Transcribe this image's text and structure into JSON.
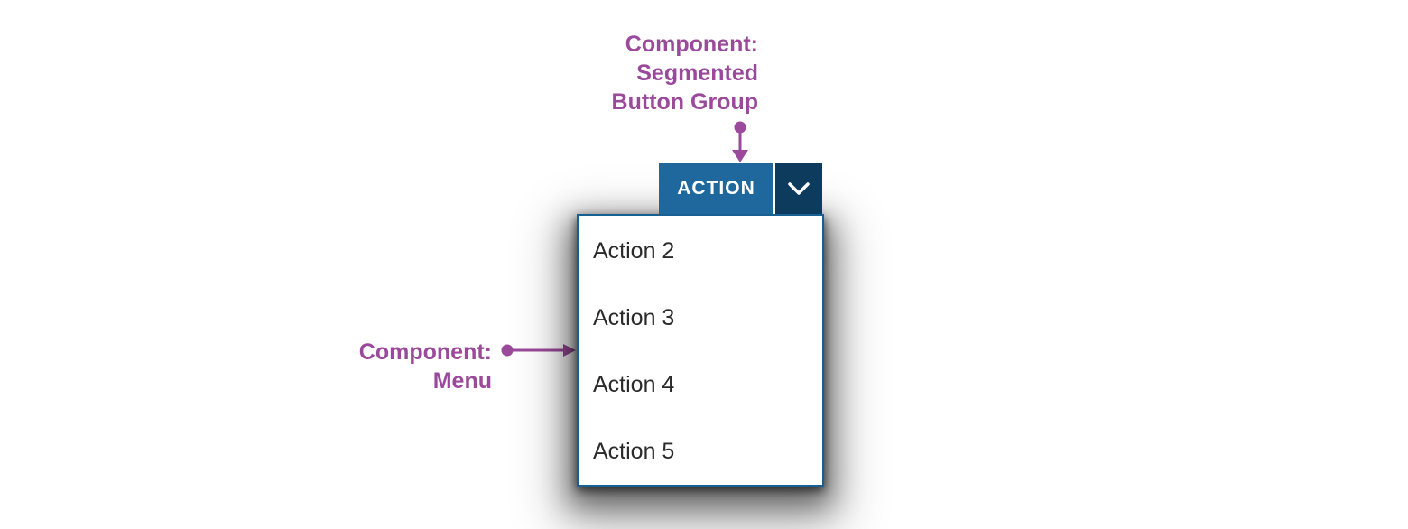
{
  "annotations": {
    "accent_color": "#9b4a9b",
    "top": {
      "line1": "Component:",
      "line2": "Segmented",
      "line3": "Button Group"
    },
    "left": {
      "line1": "Component:",
      "line2": "Menu"
    }
  },
  "segmented_button_group": {
    "action_label": "ACTION",
    "chevron_icon": "chevron-down-icon",
    "primary_bg": "#1e689e",
    "dropdown_bg": "#0d3b5e",
    "separator_color": "#ffffff",
    "label_color": "#ffffff"
  },
  "menu": {
    "border_color": "#185f94",
    "text_color": "#2b2b2b",
    "items": [
      "Action 2",
      "Action 3",
      "Action 4",
      "Action 5"
    ]
  }
}
